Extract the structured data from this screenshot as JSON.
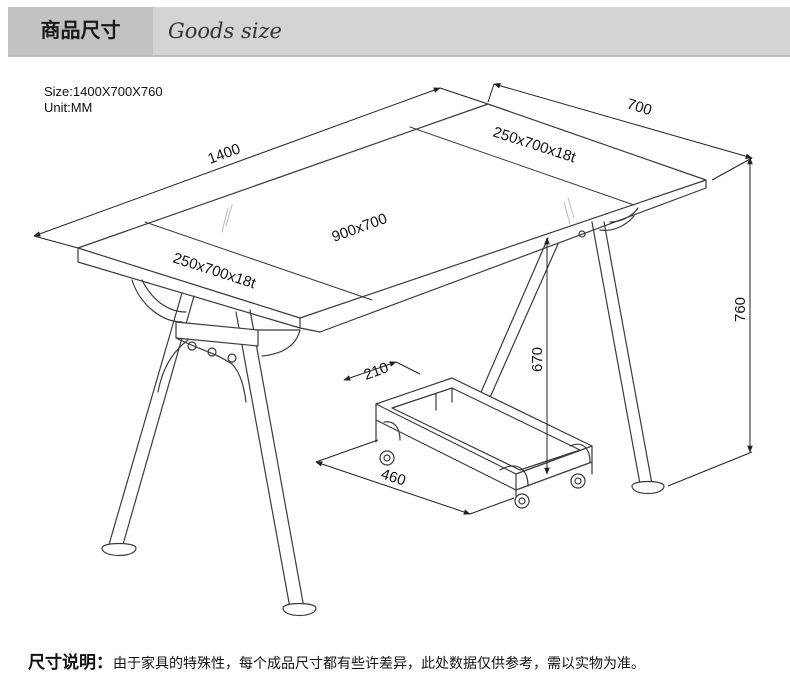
{
  "header": {
    "title_cn": "商品尺寸",
    "title_en": "Goods size"
  },
  "spec": {
    "size": "Size:1400X700X760",
    "unit": "Unit:MM"
  },
  "dimensions": {
    "length": "1400",
    "width": "700",
    "height": "760",
    "center_glass": "900x700",
    "left_board": "250x700x18t",
    "right_board": "250x700x18t",
    "cart_height": "670",
    "cart_depth": "210",
    "cart_width": "460"
  },
  "footer": {
    "label": "尺寸说明：",
    "text": "由于家具的特殊性，每个成品尺寸都有些许差异，此处数据仅供参考，需以实物为准。"
  },
  "colors": {
    "line": "#3a3a3a",
    "header_bg": "#d4d4d4",
    "header_label_bg": "#c2c2c2"
  }
}
